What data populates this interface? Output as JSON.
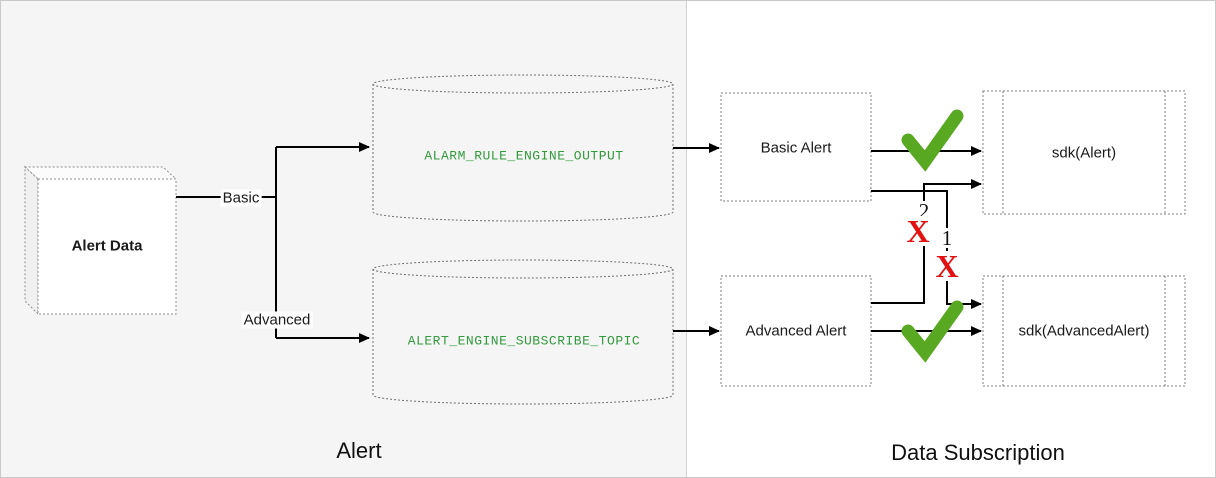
{
  "regions": {
    "alert": {
      "label": "Alert"
    },
    "data_subscription": {
      "label": "Data Subscription"
    }
  },
  "nodes": {
    "alert_data": {
      "label": "Alert Data",
      "shape": "3d-box"
    },
    "alarm_rule_engine_output": {
      "label": "ALARM_RULE_ENGINE_OUTPUT",
      "shape": "cylinder"
    },
    "alert_engine_subscribe_topic": {
      "label": "ALERT_ENGINE_SUBSCRIBE_TOPIC",
      "shape": "cylinder"
    },
    "basic_alert": {
      "label": "Basic Alert",
      "shape": "dashed-box"
    },
    "advanced_alert": {
      "label": "Advanced Alert",
      "shape": "dashed-box"
    },
    "sdk_alert": {
      "label": "sdk(Alert)",
      "shape": "predefined-process"
    },
    "sdk_advanced_alert": {
      "label": "sdk(AdvancedAlert)",
      "shape": "predefined-process"
    }
  },
  "edges": {
    "basic_label": "Basic",
    "advanced_label": "Advanced"
  },
  "annotations": {
    "cross_1_number": "1",
    "cross_2_number": "2",
    "valid_marker": "check",
    "invalid_marker": "cross",
    "cross_glyph": "X"
  },
  "colors": {
    "topic_text": "#339a3d",
    "valid_check": "#58a822",
    "invalid_cross": "#e21212",
    "line": "#000000",
    "panel_bg": "#f5f5f5"
  }
}
